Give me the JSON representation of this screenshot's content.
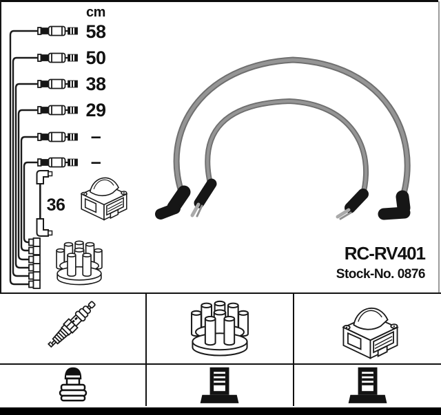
{
  "product": {
    "code": "RC-RV401",
    "stock_no": "Stock-No. 0876"
  },
  "measurements": {
    "unit": "cm",
    "lead_lengths": [
      "58",
      "50",
      "38",
      "29",
      "–",
      "–"
    ],
    "coil_lead_length": "36"
  },
  "diagram": {
    "left_column": "ignition-lead-set-line-drawing",
    "components": [
      "ignition-coil-drawing",
      "distributor-cap-drawing",
      "coil-to-distributor-lead-drawing"
    ],
    "photo": "two-spark-plug-cables-with-boots"
  },
  "legend": {
    "row1_icons": [
      "spark-plug-icon",
      "distributor-cap-icon",
      "ignition-coil-icon"
    ],
    "row2_icons": [
      "spark-plug-connector-icon",
      "din-coil-terminal-icon",
      "din-coil-terminal-icon"
    ]
  },
  "colors": {
    "line": "#1a1a1a",
    "cable_gray": "#8c8c8c",
    "boot_black": "#161616",
    "background": "#ffffff",
    "frame": "#000000"
  }
}
